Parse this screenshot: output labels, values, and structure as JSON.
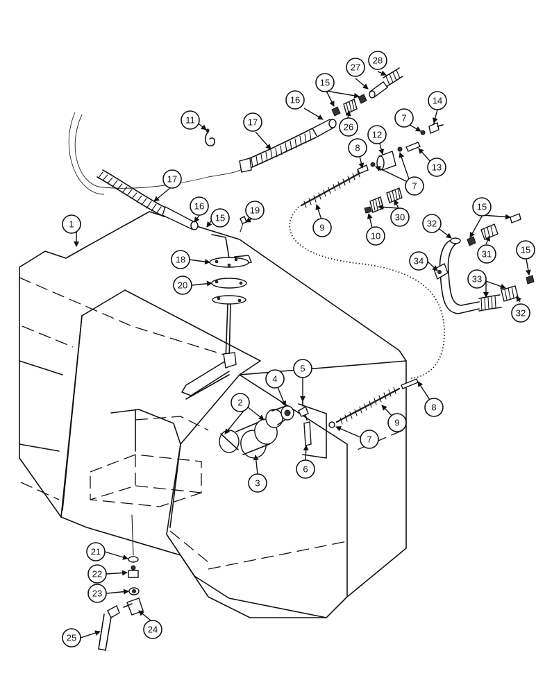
{
  "diagram": {
    "callouts": [
      {
        "label": "1"
      },
      {
        "label": "2"
      },
      {
        "label": "3"
      },
      {
        "label": "4"
      },
      {
        "label": "5"
      },
      {
        "label": "6"
      },
      {
        "label": "7"
      },
      {
        "label": "7"
      },
      {
        "label": "7"
      },
      {
        "label": "8"
      },
      {
        "label": "8"
      },
      {
        "label": "9"
      },
      {
        "label": "9"
      },
      {
        "label": "10"
      },
      {
        "label": "11"
      },
      {
        "label": "12"
      },
      {
        "label": "13"
      },
      {
        "label": "14"
      },
      {
        "label": "15"
      },
      {
        "label": "15"
      },
      {
        "label": "15"
      },
      {
        "label": "15"
      },
      {
        "label": "16"
      },
      {
        "label": "16"
      },
      {
        "label": "17"
      },
      {
        "label": "17"
      },
      {
        "label": "18"
      },
      {
        "label": "19"
      },
      {
        "label": "20"
      },
      {
        "label": "21"
      },
      {
        "label": "22"
      },
      {
        "label": "23"
      },
      {
        "label": "24"
      },
      {
        "label": "25"
      },
      {
        "label": "26"
      },
      {
        "label": "27"
      },
      {
        "label": "28"
      },
      {
        "label": "30"
      },
      {
        "label": "31"
      },
      {
        "label": "32"
      },
      {
        "label": "32"
      },
      {
        "label": "33"
      },
      {
        "label": "34"
      }
    ]
  }
}
